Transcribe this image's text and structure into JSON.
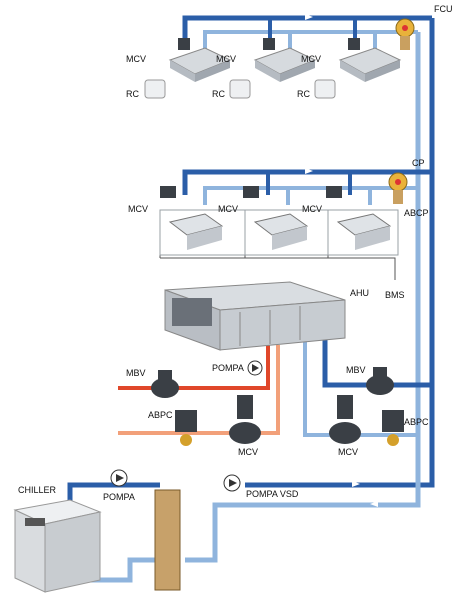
{
  "labels": {
    "fcu": "FCU",
    "cp": "CP",
    "abcp": "ABCP",
    "bms": "BMS",
    "ahu": "AHU",
    "pompa_ahu": "POMPA",
    "mbv_left": "MBV",
    "mbv_right": "MBV",
    "abpc_left": "ABPC",
    "abpc_right": "ABPC",
    "mcv_left_bottom": "MCV",
    "mcv_right_bottom": "MCV",
    "chiller": "CHILLER",
    "pompa_chiller": "POMPA",
    "pompa_vsd": "POMPA VSD",
    "fcu_mcv_1": "MCV",
    "fcu_mcv_2": "MCV",
    "fcu_mcv_3": "MCV",
    "rc_1": "RC",
    "rc_2": "RC",
    "rc_3": "RC",
    "cp_mcv_1": "MCV",
    "cp_mcv_2": "MCV",
    "cp_mcv_3": "MCV"
  },
  "colors": {
    "supply_pipe": "#2b5ea8",
    "return_pipe": "#8fb4dd",
    "hot_supply_pipe": "#e0472a",
    "hot_return_pipe": "#f2a07a",
    "equipment": "#c9ced4",
    "valve_body": "#3a3f45"
  }
}
